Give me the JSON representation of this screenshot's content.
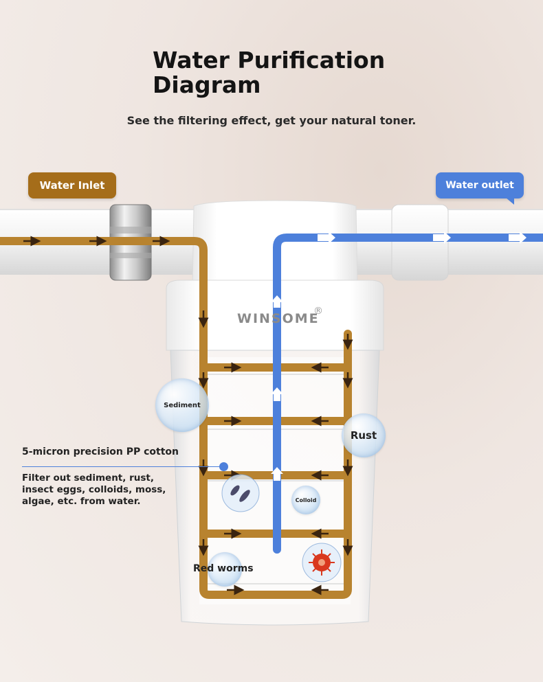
{
  "title": "Water Purification Diagram",
  "subtitle": "See the filtering effect, get your natural toner.",
  "inlet_label": "Water Inlet",
  "outlet_label": "Water outlet",
  "brand": "WINSOME",
  "brand_mark": "®",
  "annotation": {
    "title": "5-micron precision PP cotton",
    "description": "Filter out sediment, rust, insect eggs, colloids, moss, algae, etc. from water."
  },
  "bubbles": {
    "sediment": "Sediment",
    "rust": "Rust",
    "colloid": "Colloid",
    "red_worms": "Red worms"
  },
  "colors": {
    "inlet_pipe": "#b8832f",
    "outlet_pipe": "#4d80db",
    "inlet_pill": "#a56d1a",
    "outlet_pill": "#4d80db"
  }
}
